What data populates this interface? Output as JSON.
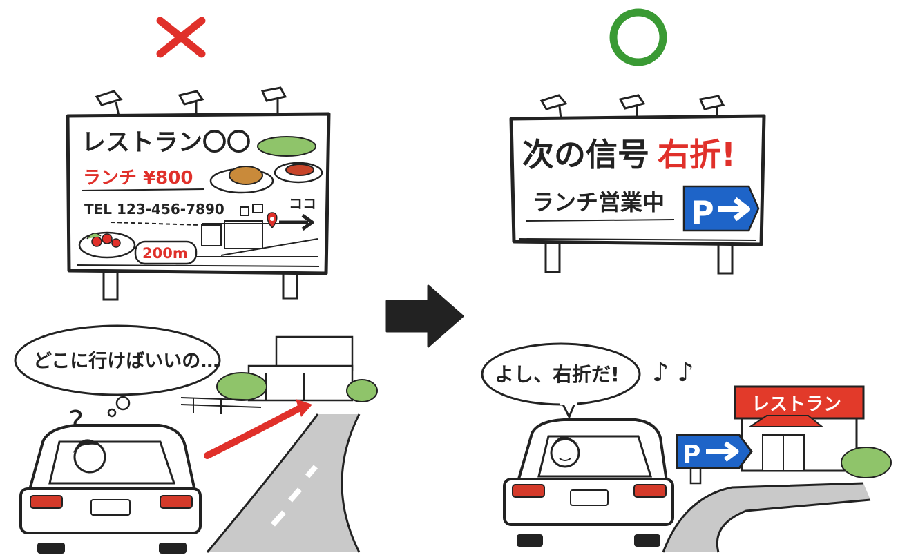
{
  "colors": {
    "bad_mark": "#e0302a",
    "good_mark": "#3a9a34",
    "ink": "#222222",
    "red_text": "#e0302a",
    "parking_blue": "#1e64c8",
    "restaurant_red": "#e23a2a",
    "green_bush": "#8fc46a",
    "road_gray": "#8a8a8a"
  },
  "left_panel": {
    "verdict_icon": "cross-mark-icon",
    "billboard": {
      "title": "レストラン〇〇",
      "lunch_price": "ランチ ¥800",
      "tel": "TEL 123-456-7890",
      "here_label": "ココ",
      "distance": "200m"
    },
    "thought": "どこに行けばいいの…",
    "question_mark": "?"
  },
  "arrow_icon": "right-arrow-icon",
  "right_panel": {
    "verdict_icon": "circle-mark-icon",
    "billboard": {
      "line1_black": "次の信号",
      "line1_red": "右折!",
      "line2": "ランチ営業中",
      "parking_letter": "P"
    },
    "speech": "よし、右折だ!",
    "music_notes": "♪ ♪",
    "parking_sign_letter": "P",
    "restaurant_name": "レストラン"
  }
}
